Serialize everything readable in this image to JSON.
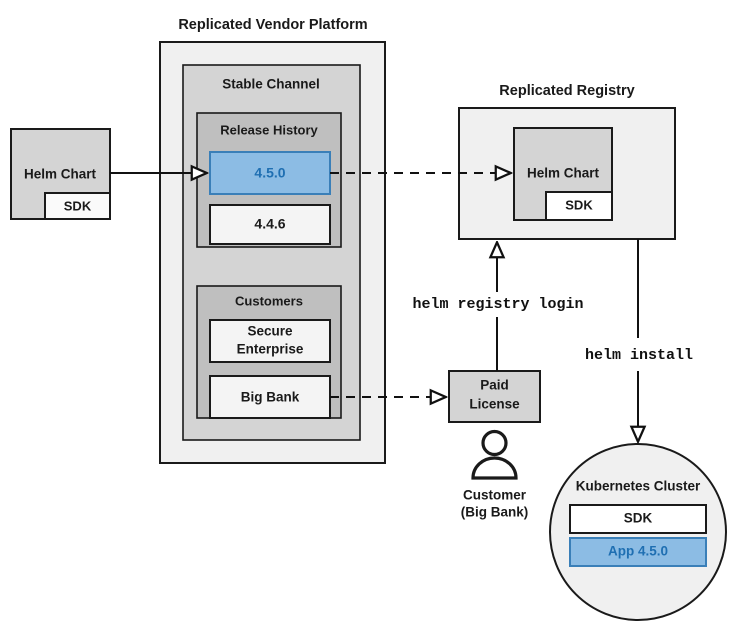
{
  "diagram": {
    "title_left": "Replicated Vendor Platform",
    "title_registry": "Replicated Registry"
  },
  "source_chart": {
    "label": "Helm Chart",
    "sdk_label": "SDK"
  },
  "vendor_platform": {
    "label": "Replicated Vendor Platform",
    "channel": {
      "label": "Stable Channel",
      "release_history": {
        "label": "Release History",
        "releases": [
          {
            "version": "4.5.0",
            "highlighted": true
          },
          {
            "version": "4.4.6",
            "highlighted": false
          }
        ]
      },
      "customers": {
        "label": "Customers",
        "entries": [
          {
            "name": "Secure\nEnterprise",
            "line1": "Secure",
            "line2": "Enterprise"
          },
          {
            "name": "Big Bank",
            "line1": "Big Bank",
            "line2": ""
          }
        ]
      }
    }
  },
  "registry": {
    "label": "Replicated Registry",
    "chart_label": "Helm Chart",
    "sdk_label": "SDK"
  },
  "license": {
    "line1": "Paid",
    "line2": "License"
  },
  "customer_actor": {
    "icon": "person-icon",
    "line1": "Customer",
    "line2": "(Big Bank)"
  },
  "cluster": {
    "label": "Kubernetes Cluster",
    "components": [
      {
        "label": "SDK",
        "highlighted": false
      },
      {
        "label": "App 4.5.0",
        "highlighted": true
      }
    ]
  },
  "commands": {
    "registry_login": "helm registry login",
    "install": "helm install"
  },
  "colors": {
    "accent_blue_fill": "#8cbce4",
    "accent_blue_text": "#1f6fb2",
    "accent_blue_stroke": "#3a7fb8",
    "outer_grey": "#f0f0f0",
    "mid_grey": "#d4d4d4",
    "inner_grey": "#bfbfbf",
    "near_white": "#f4f4f4",
    "stroke": "#1a1a1a"
  }
}
